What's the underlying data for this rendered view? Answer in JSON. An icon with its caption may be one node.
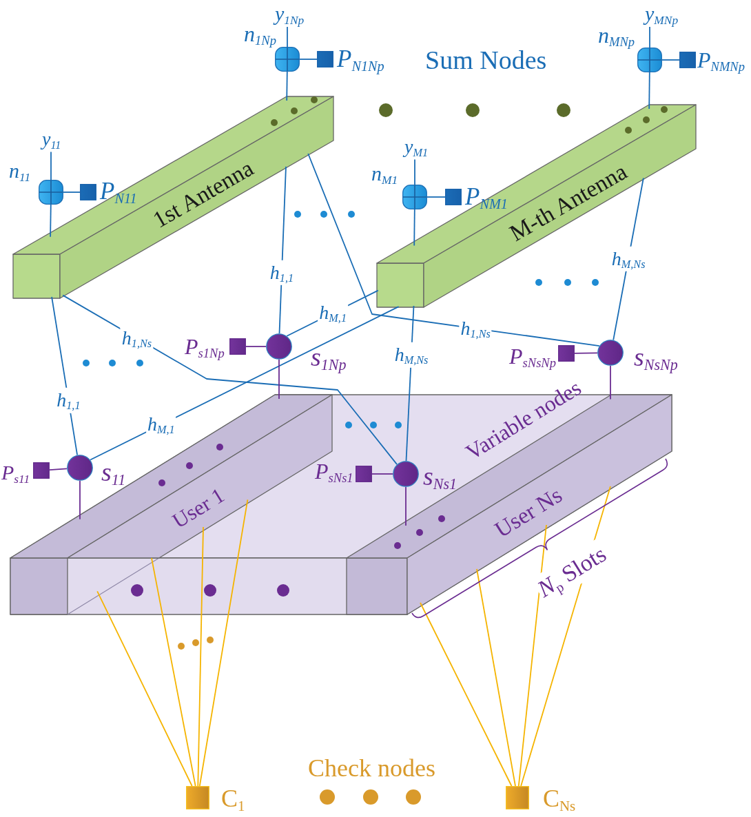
{
  "diagram": {
    "nodes": [
      {
        "text": [
          "y$_{1Np}$"
        ]
      },
      {
        "text": [],
        "shape": "box",
        "beside": [
          "n$_{1Np}$"
        ]
      },
      {
        "text": [],
        "shape": "box",
        "beside": [
          "P$_{N1Np}$"
        ]
      },
      {
        "text": [
          "y$_{MNp}$"
        ]
      },
      {
        "text": [],
        "shape": "box",
        "beside": [
          "n$_{MNp}$"
        ]
      },
      {
        "text": [],
        "shape": "box",
        "beside": [
          "P$_{NMNp}$"
        ]
      },
      {
        "text": [
          "1st Antenna"
        ]
      },
      {
        "text": [
          "y$_{11}$"
        ]
      },
      {
        "text": [],
        "shape": "box",
        "beside": [
          "n$_{11}$"
        ]
      },
      {
        "text": [],
        "shape": "box",
        "beside": [
          "P$_{N11}$"
        ]
      },
      {
        "text": [
          "y$_{M1}$"
        ]
      },
      {
        "text": [],
        "shape": "box",
        "beside": [
          "n$_{M1}$"
        ]
      },
      {
        "text": [],
        "shape": "box",
        "beside": [
          "P$_{NM1}$"
        ]
      },
      {
        "text": [
          "M-th Antenna"
        ]
      },
      {
        "text": [],
        "shape": "circle",
        "beside": [
          "s$_{1Np}$"
        ]
      },
      {
        "text": [],
        "shape": "box",
        "beside": [
          "P$_{s1Np}$"
        ]
      },
      {
        "text": [],
        "shape": "circle",
        "beside": [
          "s$_{NsNp}$"
        ]
      },
      {
        "text": [],
        "shape": "box",
        "beside": [
          "P$_{sNsNp}$"
        ]
      },
      {
        "text": [],
        "shape": "circle",
        "beside": [
          "s$_{11}$"
        ]
      },
      {
        "text": [],
        "shape": "box",
        "beside": [
          "P$_{s11}$"
        ]
      },
      {
        "text": [],
        "shape": "circle",
        "beside": [
          "s$_{Ns1}$"
        ]
      },
      {
        "text": [],
        "shape": "box",
        "beside": [
          "P$_{sNs1}$"
        ]
      },
      {
        "text": [
          "User 1"
        ]
      },
      {
        "text": [
          "User Ns"
        ]
      },
      {
        "text": [],
        "shape": "box",
        "beside": [
          "C$_{1}$"
        ]
      },
      {
        "text": [],
        "shape": "box",
        "beside": [
          "C$_{Ns}$"
        ]
      }
    ],
    "edges": [
      {
        "from": 0,
        "to": 1,
        "arrow": "none"
      },
      {
        "from": 1,
        "to": 2,
        "arrow": "none"
      },
      {
        "from": 1,
        "to": 6,
        "arrow": "none"
      },
      {
        "from": 3,
        "to": 4,
        "arrow": "none"
      },
      {
        "from": 4,
        "to": 5,
        "arrow": "none"
      },
      {
        "from": 4,
        "to": 13,
        "arrow": "none"
      },
      {
        "from": 7,
        "to": 8,
        "arrow": "none"
      },
      {
        "from": 8,
        "to": 9,
        "arrow": "none"
      },
      {
        "from": 8,
        "to": 6,
        "arrow": "none"
      },
      {
        "from": 10,
        "to": 11,
        "arrow": "none"
      },
      {
        "from": 11,
        "to": 12,
        "arrow": "none"
      },
      {
        "from": 11,
        "to": 13,
        "arrow": "none"
      },
      {
        "from": 6,
        "to": 18,
        "arrow": "none",
        "label": "h$_{1,1}$"
      },
      {
        "from": 6,
        "to": 20,
        "arrow": "none",
        "label": "h$_{1,Ns}$"
      },
      {
        "from": 13,
        "to": 18,
        "arrow": "none",
        "label": "h$_{M,1}$"
      },
      {
        "from": 13,
        "to": 20,
        "arrow": "none",
        "label": "h$_{M,Ns}$"
      },
      {
        "from": 6,
        "to": 14,
        "arrow": "none",
        "label": "h$_{1,1}$"
      },
      {
        "from": 6,
        "to": 16,
        "arrow": "none",
        "label": "h$_{1,Ns}$"
      },
      {
        "from": 13,
        "to": 14,
        "arrow": "none",
        "label": "h$_{M,1}$"
      },
      {
        "from": 13,
        "to": 16,
        "arrow": "none",
        "label": "h$_{M,Ns}$"
      },
      {
        "from": 14,
        "to": 15,
        "arrow": "none",
        "color": "#6a2c91"
      },
      {
        "from": 16,
        "to": 17,
        "arrow": "none",
        "color": "#6a2c91"
      },
      {
        "from": 18,
        "to": 19,
        "arrow": "none",
        "color": "#6a2c91"
      },
      {
        "from": 20,
        "to": 21,
        "arrow": "none",
        "color": "#6a2c91"
      },
      {
        "from": 14,
        "to": 22,
        "arrow": "none",
        "color": "#6a2c91"
      },
      {
        "from": 16,
        "to": 23,
        "arrow": "none",
        "color": "#6a2c91"
      },
      {
        "from": 18,
        "to": 22,
        "arrow": "none",
        "color": "#6a2c91"
      },
      {
        "from": 20,
        "to": 23,
        "arrow": "none",
        "color": "#6a2c91"
      },
      {
        "from": 24,
        "to": 22,
        "arrow": "none",
        "color": "#f5b400"
      },
      {
        "from": 24,
        "to": 22,
        "arrow": "none",
        "color": "#f5b400"
      },
      {
        "from": 24,
        "to": 22,
        "arrow": "none",
        "color": "#f5b400"
      },
      {
        "from": 24,
        "to": 22,
        "arrow": "none",
        "color": "#f5b400"
      },
      {
        "from": 25,
        "to": 23,
        "arrow": "none",
        "color": "#f5b400"
      },
      {
        "from": 25,
        "to": 23,
        "arrow": "none",
        "color": "#f5b400"
      },
      {
        "from": 25,
        "to": 23,
        "arrow": "none",
        "color": "#f5b400"
      },
      {
        "from": 25,
        "to": 23,
        "arrow": "none",
        "color": "#f5b400"
      }
    ],
    "labels": [
      "Sum Nodes",
      "Variable nodes",
      "*N*$_{p}$ Slots",
      "Check nodes"
    ]
  }
}
